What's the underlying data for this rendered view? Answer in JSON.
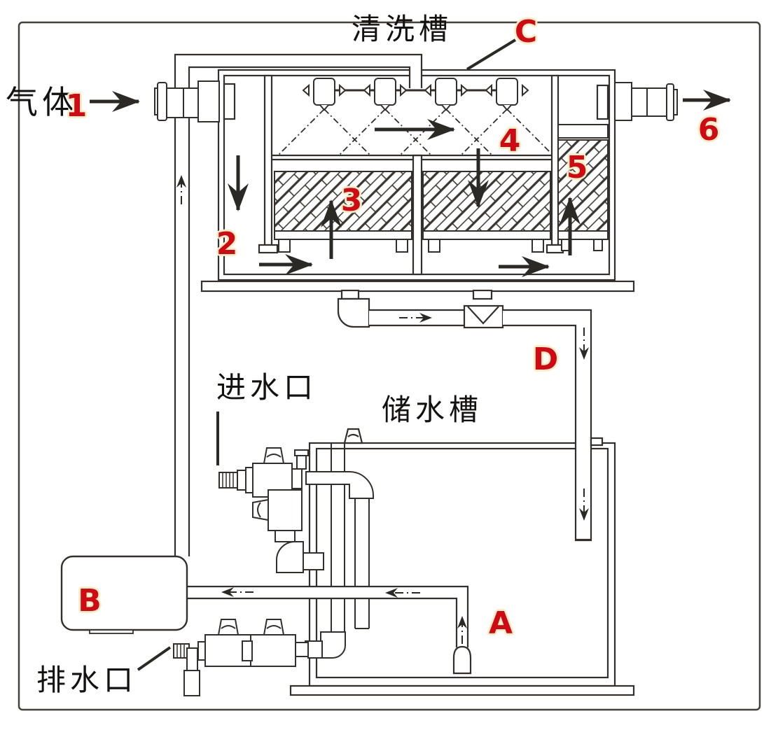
{
  "diagram": {
    "type": "gas-scrubber-flow-diagram",
    "titles": {
      "wash_tank": "清洗槽",
      "storage_tank": "储水槽"
    },
    "labels": {
      "gas": "气体",
      "water_inlet": "进水口",
      "drain_outlet": "排水口"
    },
    "markers": {
      "n1": "1",
      "n2": "2",
      "n3": "3",
      "n4": "4",
      "n5": "5",
      "n6": "6",
      "A": "A",
      "B": "B",
      "C": "C",
      "D": "D"
    },
    "colors": {
      "line": "#332f2c",
      "marker_red": "#cf0a14",
      "marker_halo": "#f6eec6",
      "text_black": "#141210",
      "background": "#ffffff"
    },
    "icon_names": [
      "flow-arrow",
      "dash-dot-flow-arrow",
      "spray-nozzle",
      "valve-handle",
      "hose-barb",
      "foot-valve",
      "packing-fill"
    ]
  }
}
